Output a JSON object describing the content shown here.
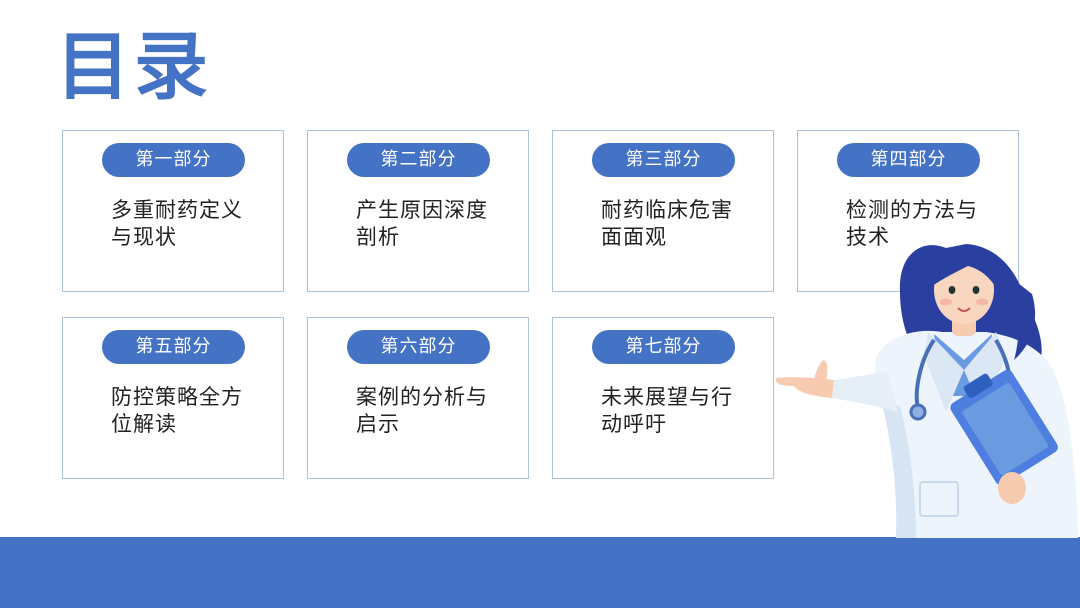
{
  "title": "目录",
  "colors": {
    "accent": "#4472c4",
    "card_border": "#a9c4da",
    "text": "#222222",
    "background": "#ffffff"
  },
  "sections": [
    {
      "badge": "第一部分",
      "text": "多重耐药定义与现状"
    },
    {
      "badge": "第二部分",
      "text": "产生原因深度剖析"
    },
    {
      "badge": "第三部分",
      "text": "耐药临床危害面面观"
    },
    {
      "badge": "第四部分",
      "text": "检测的方法与技术"
    },
    {
      "badge": "第五部分",
      "text": "防控策略全方位解读"
    },
    {
      "badge": "第六部分",
      "text": "案例的分析与启示"
    },
    {
      "badge": "第七部分",
      "text": "未来展望与行动呼吁"
    }
  ],
  "illustration": "doctor-illustration"
}
